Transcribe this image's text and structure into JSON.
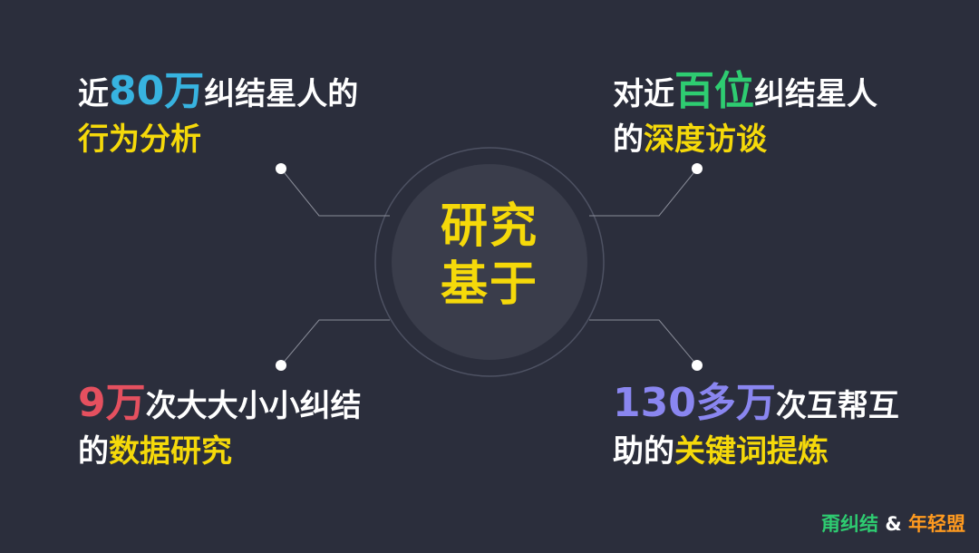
{
  "center": {
    "line1": "研究",
    "line2": "基于"
  },
  "top_left": {
    "prefix": "近",
    "number": "80万",
    "suffix": "纠结星人的",
    "line2": "行为分析"
  },
  "top_right": {
    "prefix": "对近",
    "number": "百位",
    "suffix": "纠结星人",
    "line2_prefix": "的",
    "line2_highlight": "深度访谈"
  },
  "bottom_left": {
    "number": "9万",
    "suffix": "次大大小小纠结",
    "line2_prefix": "的",
    "line2_highlight": "数据研究"
  },
  "bottom_right": {
    "number": "130多万",
    "suffix": "次互帮互",
    "line2_prefix": "助的",
    "line2_highlight": "关键词提炼"
  },
  "logo": {
    "brand1": "甭纠结",
    "amp": "&",
    "brand2": "年轻盟"
  },
  "colors": {
    "background": "#2b2e3c",
    "title": "#f5d90a",
    "blue": "#37b3e0",
    "green": "#2ecc71",
    "red": "#e5505f",
    "purple": "#8a86f0"
  }
}
